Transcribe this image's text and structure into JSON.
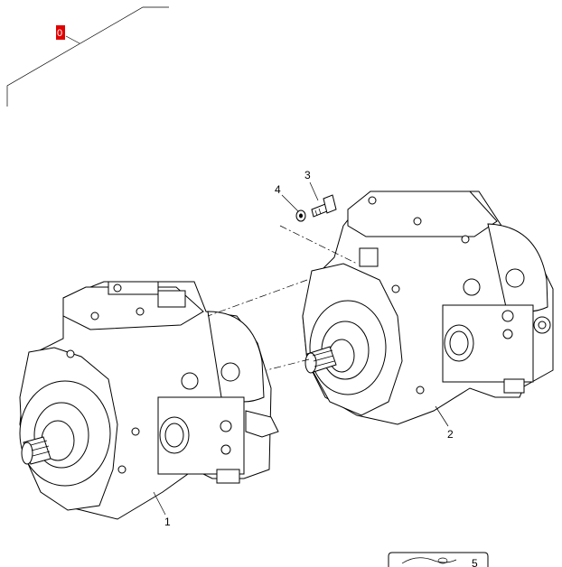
{
  "diagram": {
    "reference_marker": "0",
    "callouts": [
      "1",
      "2",
      "3",
      "4"
    ],
    "thumbnail_label": "5",
    "colors": {
      "marker": "#e00000",
      "line": "#000000",
      "background": "#ffffff"
    }
  }
}
